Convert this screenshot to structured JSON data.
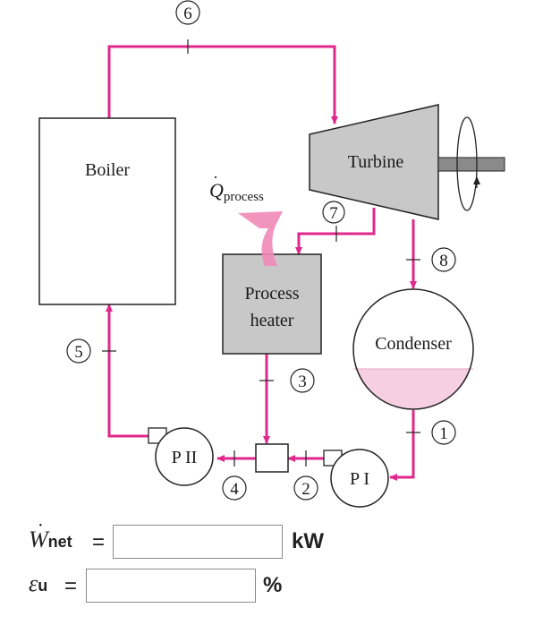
{
  "diagram": {
    "components": {
      "boiler": "Boiler",
      "turbine": "Turbine",
      "process_heater_line1": "Process",
      "process_heater_line2": "heater",
      "condenser": "Condenser",
      "pump_1": "P I",
      "pump_2": "P II"
    },
    "heat_label": {
      "symbol": "Q",
      "subscript": "process"
    },
    "states": [
      "1",
      "2",
      "3",
      "4",
      "5",
      "6",
      "7",
      "8"
    ],
    "colors": {
      "pipe": "#e0288c",
      "component_fill": "#c8c8c8",
      "condenser_water": "#f6cfe2",
      "heat_arrow": "#f08ab8"
    }
  },
  "form": {
    "work_net": {
      "symbol": "W",
      "subscript": "net",
      "equals": "=",
      "value": "",
      "unit": "kW"
    },
    "utilization": {
      "symbol": "ε",
      "subscript": "u",
      "equals": "=",
      "value": "",
      "unit": "%"
    }
  }
}
